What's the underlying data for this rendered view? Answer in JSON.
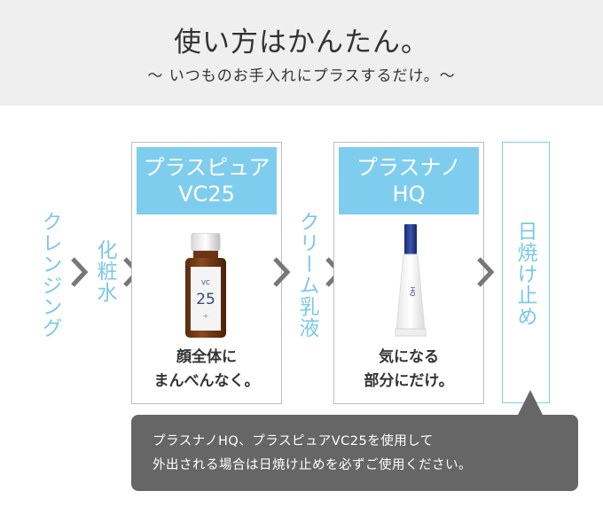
{
  "header": {
    "title": "使い方はかんたん。",
    "subtitle": "〜 いつものお手入れにプラスするだけ。〜"
  },
  "steps": {
    "cleansing": "クレンジング",
    "toner": "化粧水",
    "cream": "クリーム乳液",
    "sunscreen": "日焼け止め"
  },
  "products": [
    {
      "label_line1": "プラスピュア",
      "label_line2": "VC25",
      "desc_line1": "顔全体に",
      "desc_line2": "まんべんなく。",
      "bottle_text": "25"
    },
    {
      "label_line1": "プラスナノ",
      "label_line2": "HQ",
      "desc_line1": "気になる",
      "desc_line2": "部分にだけ。",
      "tube_text": "HQ"
    }
  ],
  "note": {
    "line1": "プラスナノHQ、プラスピュアVC25を使用して",
    "line2": "外出される場合は日焼け止めを必ずご使用ください。"
  },
  "colors": {
    "accent": "#7fcdee",
    "header_bg": "#efefef",
    "bubble_bg": "#666666",
    "chevron": "#777777"
  }
}
